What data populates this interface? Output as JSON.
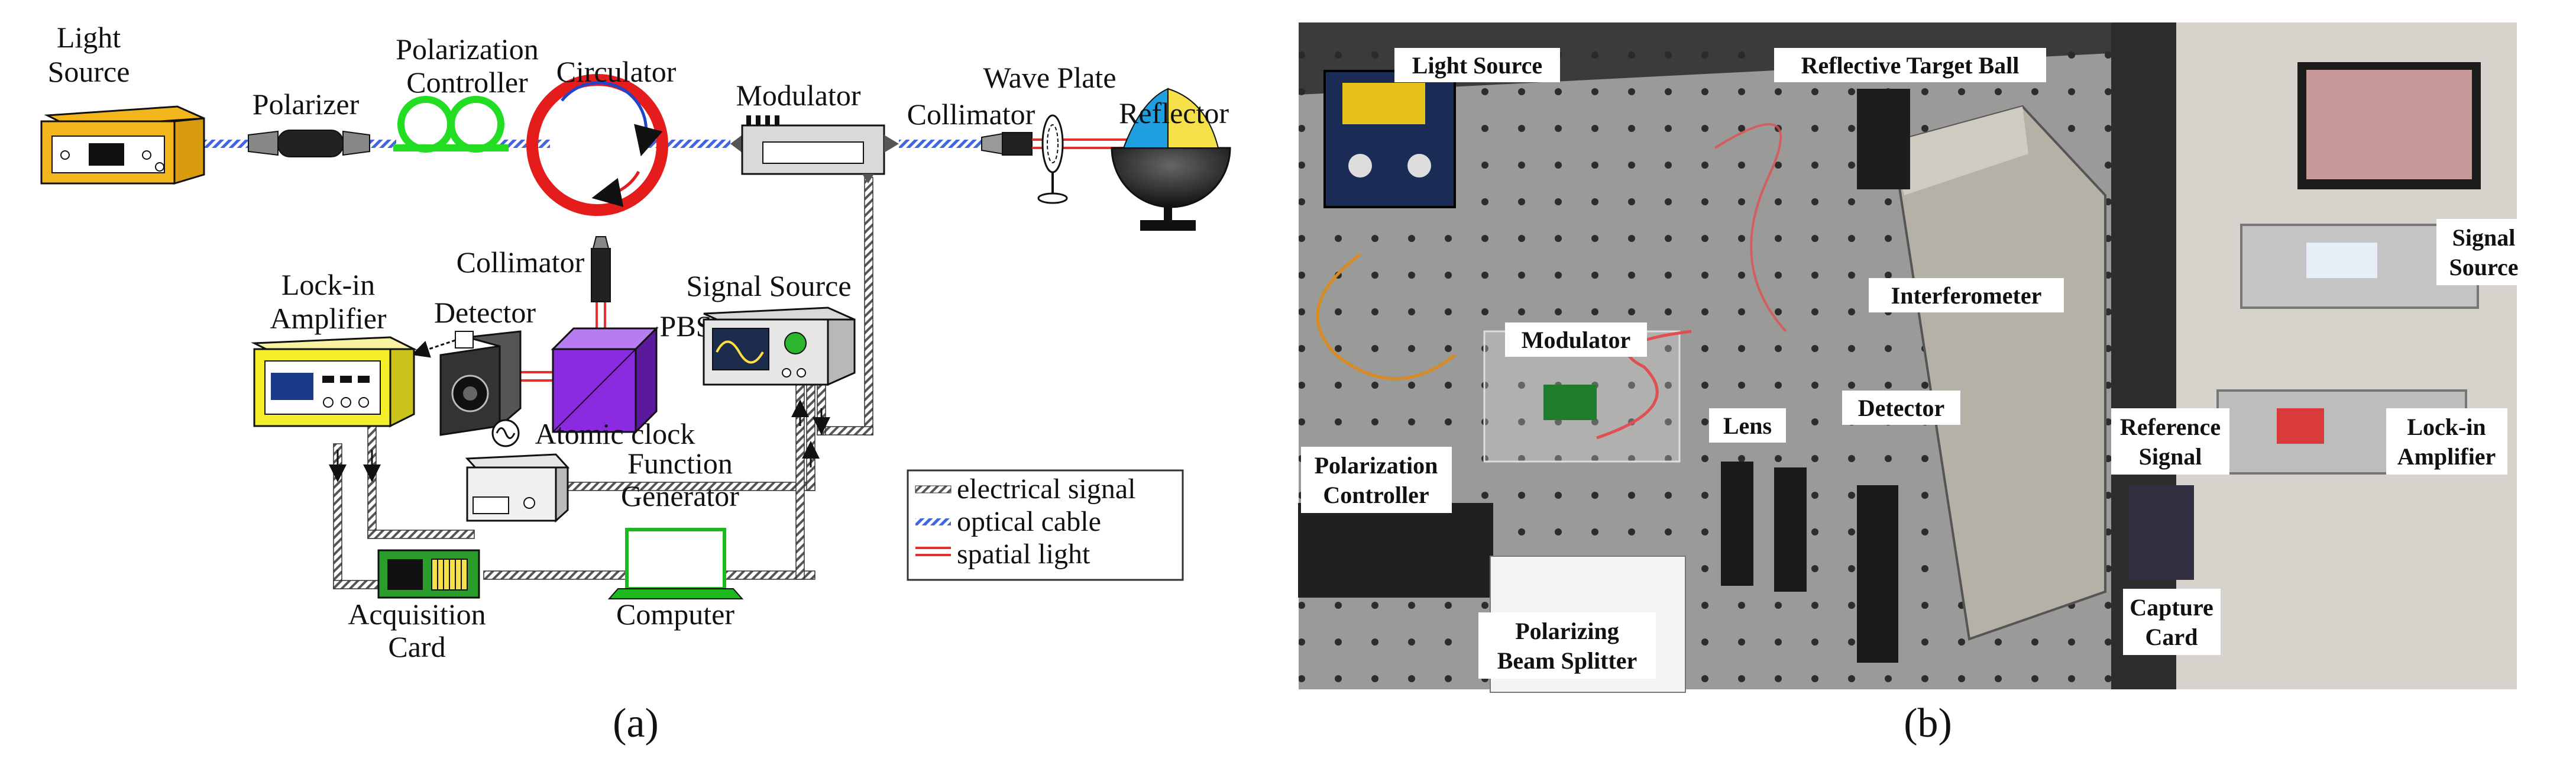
{
  "panel_a": {
    "caption": "(a)",
    "labels": {
      "light_source_1": "Light",
      "light_source_2": "Source",
      "polarizer": "Polarizer",
      "polarization_controller_1": "Polarization",
      "polarization_controller_2": "Controller",
      "circulator": "Circulator",
      "modulator": "Modulator",
      "collimator_top": "Collimator",
      "wave_plate": "Wave Plate",
      "reflector": "Reflector",
      "collimator_bottom": "Collimator",
      "signal_source": "Signal Source",
      "lockin_1": "Lock-in",
      "lockin_2": "Amplifier",
      "detector": "Detector",
      "pbs": "PBS",
      "atomic_clock": "Atomic clock",
      "function_generator_1": "Function",
      "function_generator_2": "Generator",
      "acquisition_card_1": "Acquisition",
      "acquisition_card_2": "Card",
      "computer": "Computer"
    },
    "legend": {
      "electrical": "electrical signal",
      "optical": "optical cable",
      "spatial": "spatial light"
    },
    "colors": {
      "optical_cable": "#4466dd",
      "spatial_light": "#e53030",
      "polarization_controller": "#22dd22",
      "circulator": "#e51c1c",
      "light_source_body": "#f3b51c",
      "lockin_body": "#f4ef2a",
      "pbs": "#8a2be2",
      "acquisition_card": "#2a9d2a",
      "computer": "#1fb81f"
    }
  },
  "panel_b": {
    "caption": "(b)",
    "labels": {
      "light_source": "Light Source",
      "reflective_target_ball": "Reflective Target Ball",
      "interferometer": "Interferometer",
      "modulator": "Modulator",
      "polarization_controller_1": "Polarization",
      "polarization_controller_2": "Controller",
      "lens": "Lens",
      "detector": "Detector",
      "polarizing_beam_splitter_1": "Polarizing",
      "polarizing_beam_splitter_2": "Beam Splitter",
      "signal_source_1": "Signal",
      "signal_source_2": "Source",
      "reference_signal_1": "Reference",
      "reference_signal_2": "Signal",
      "lockin_1": "Lock-in",
      "lockin_2": "Amplifier",
      "capture_card_1": "Capture",
      "capture_card_2": "Card"
    }
  }
}
